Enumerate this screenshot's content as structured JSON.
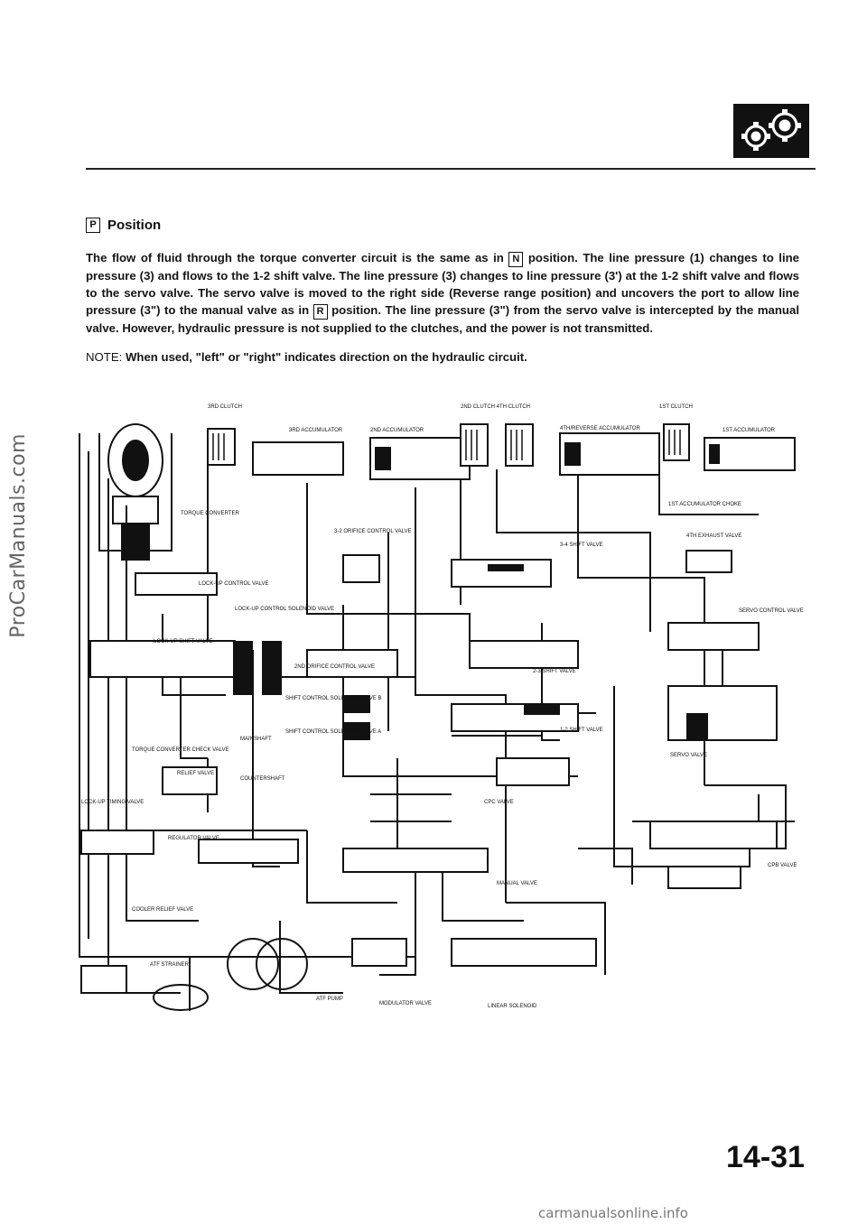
{
  "watermark_side": "ProCarManuals.com",
  "header": {
    "logo_icon": "gears-icon"
  },
  "section": {
    "heading_letter": "P",
    "heading_label": "Position",
    "para_1": "The flow of fluid through the torque converter circuit is the same as in",
    "para_letter_n": "N",
    "para_2": "position. The line pressure (1) changes to line pressure (3) and flows to the 1-2 shift valve. The line pressure (3) changes to line pressure (3') at the 1-2 shift valve and flows to the servo valve. The servo valve is moved to the right side (Reverse range position) and uncovers the port to allow line pressure (3\") to the manual valve as in",
    "para_letter_r": "R",
    "para_3": "position. The line pressure (3\") from the servo valve is intercepted by the manual valve. However, hydraulic pressure is not supplied to the clutches, and the power is not transmitted.",
    "note_lead": "NOTE:",
    "note_text": "When used, \"left\" or \"right\" indicates direction on the hydraulic circuit."
  },
  "diagram": {
    "labels": {
      "c3": "3RD CLUTCH",
      "c24": "2ND CLUTCH  4TH CLUTCH",
      "c1": "1ST CLUTCH",
      "acc3": "3RD ACCUMULATOR",
      "acc2": "2ND ACCUMULATOR",
      "acc4r": "4TH/REVERSE ACCUMULATOR",
      "acc1": "1ST ACCUMULATOR",
      "tc": "TORQUE CONVERTER",
      "orifice32": "3-2 ORIFICE CONTROL VALVE",
      "sv34": "3-4 SHIFT VALVE",
      "acc1choke": "1ST ACCUMULATOR CHOKE",
      "ex4": "4TH EXHAUST VALVE",
      "lockctrl": "LOCK-UP CONTROL VALVE",
      "lockctrlsol": "LOCK-UP CONTROL SOLENOID VALVE",
      "servoctrl": "SERVO CONTROL VALVE",
      "lockshift": "LOCK-UP SHIFT VALVE",
      "orifice2": "2ND ORIFICE CONTROL VALVE",
      "sv23": "2-3 SHIFT VALVE",
      "solB": "SHIFT CONTROL SOLENOID VALVE B",
      "solA": "SHIFT CONTROL SOLENOID VALVE A",
      "sv12": "1-2 SHIFT VALVE",
      "tccheck": "TORQUE CONVERTER CHECK VALVE",
      "mainshaft": "MAINSHAFT",
      "servo": "SERVO VALVE",
      "relief": "RELIEF VALVE",
      "countershaft": "COUNTERSHAFT",
      "locktiming": "LOCK-UP TIMING VALVE",
      "cpc": "CPC VALVE",
      "regulator": "REGULATOR VALVE",
      "manual": "MANUAL VALVE",
      "cpb": "CPB VALVE",
      "cooler": "COOLER RELIEF VALVE",
      "strainer": "ATF STRAINER",
      "pump": "ATF PUMP",
      "modulator": "MODULATOR VALVE",
      "linear": "LINEAR SOLENOID"
    }
  },
  "footer": {
    "page_number": "14-31",
    "watermark_bottom": "carmanualsonline.info"
  }
}
